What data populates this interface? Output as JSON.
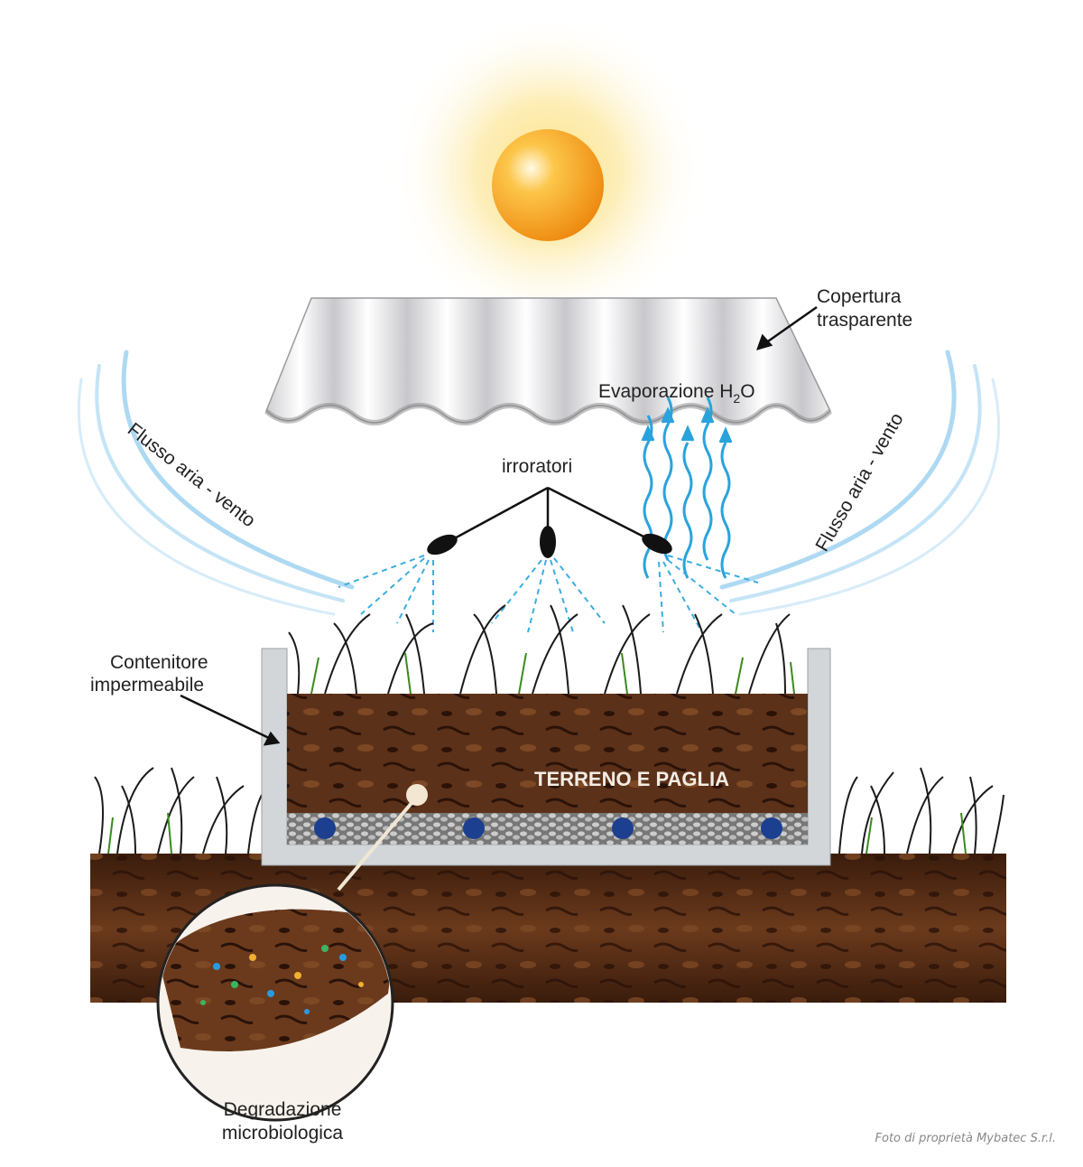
{
  "labels": {
    "cover_line1": "Copertura",
    "cover_line2": "trasparente",
    "evaporation": "Evaporazione H",
    "evaporation_sub": "2",
    "evaporation_end": "O",
    "air_left": "Flusso aria - vento",
    "air_right": "Flusso aria - vento",
    "sprinklers": "irroratori",
    "container_line1": "Contenitore",
    "container_line2": "impermeabile",
    "soil": "TERRENO E PAGLIA",
    "degradation_line1": "Degradazione",
    "degradation_line2": "microbiologica"
  },
  "credit": "Foto di proprietà Mybatec S.r.l.",
  "colors": {
    "sun": "#f7a21c",
    "water": "#2aa3dc",
    "soil": "#5a2f17",
    "wall": "#cfd3d6",
    "grass": "#1b1b1b",
    "pipe": "#1c3f8f"
  }
}
